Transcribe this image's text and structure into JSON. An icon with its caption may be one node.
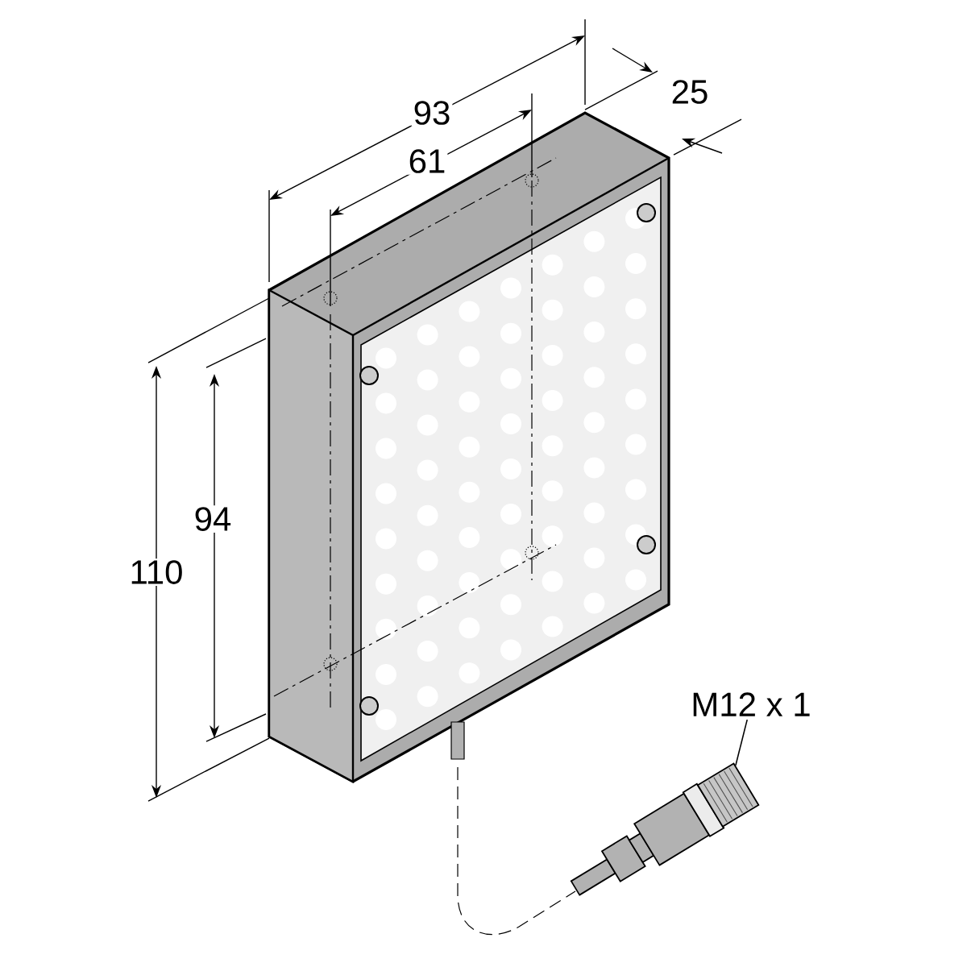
{
  "diagram": {
    "nodes": [
      {
        "text": [
          "M12 x 1"
        ]
      },
      {
        "text": [],
        "shape": "picture"
      }
    ],
    "edges": [
      {
        "from": 0,
        "to": 1,
        "arrow": "none"
      }
    ],
    "labels": [
      "93",
      "25",
      "61",
      "94",
      "110"
    ]
  }
}
